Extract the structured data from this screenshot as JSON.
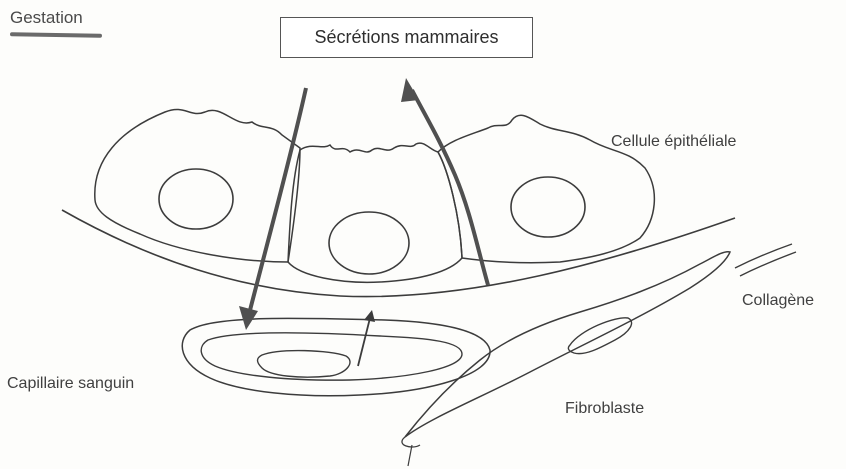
{
  "title": "Gestation",
  "secretions_label": "Sécrétions mammaires",
  "labels": {
    "epithelial_cell": "Cellule épithéliale",
    "collagen": "Collagène",
    "capillary": "Capillaire sanguin",
    "fibroblast": "Fibroblaste"
  },
  "colors": {
    "line": "#3c3c3c",
    "arrow": "#505050",
    "background": "#fdfdfb"
  }
}
